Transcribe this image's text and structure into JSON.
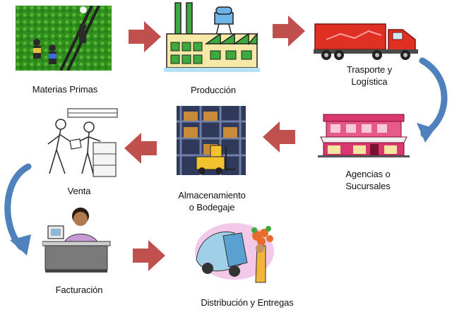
{
  "diagram": {
    "steps": [
      {
        "id": "materias",
        "label": "Materias Primas",
        "icon": "field-workers-icon"
      },
      {
        "id": "produccion",
        "label": "Producción",
        "icon": "factory-icon"
      },
      {
        "id": "transporte",
        "label_lines": [
          "Trasporte y",
          "Logística"
        ],
        "icon": "truck-icon"
      },
      {
        "id": "agencias",
        "label_lines": [
          "Agencias o",
          "Sucursales"
        ],
        "icon": "storefront-icon"
      },
      {
        "id": "almacenamiento",
        "label_lines": [
          "Almacenamiento",
          "o Bodegaje"
        ],
        "icon": "warehouse-forklift-icon"
      },
      {
        "id": "venta",
        "label": "Venta",
        "icon": "sales-people-icon"
      },
      {
        "id": "facturacion",
        "label": "Facturación",
        "icon": "cashier-icon"
      },
      {
        "id": "distribucion",
        "label": "Distribución y Entregas",
        "icon": "delivery-person-icon"
      }
    ],
    "colors": {
      "arrow_red": "#c0504d",
      "arrow_blue": "#4f81bd",
      "truck_red": "#e03024",
      "factory_green": "#3daa3d",
      "store_pink": "#d9386e"
    }
  }
}
